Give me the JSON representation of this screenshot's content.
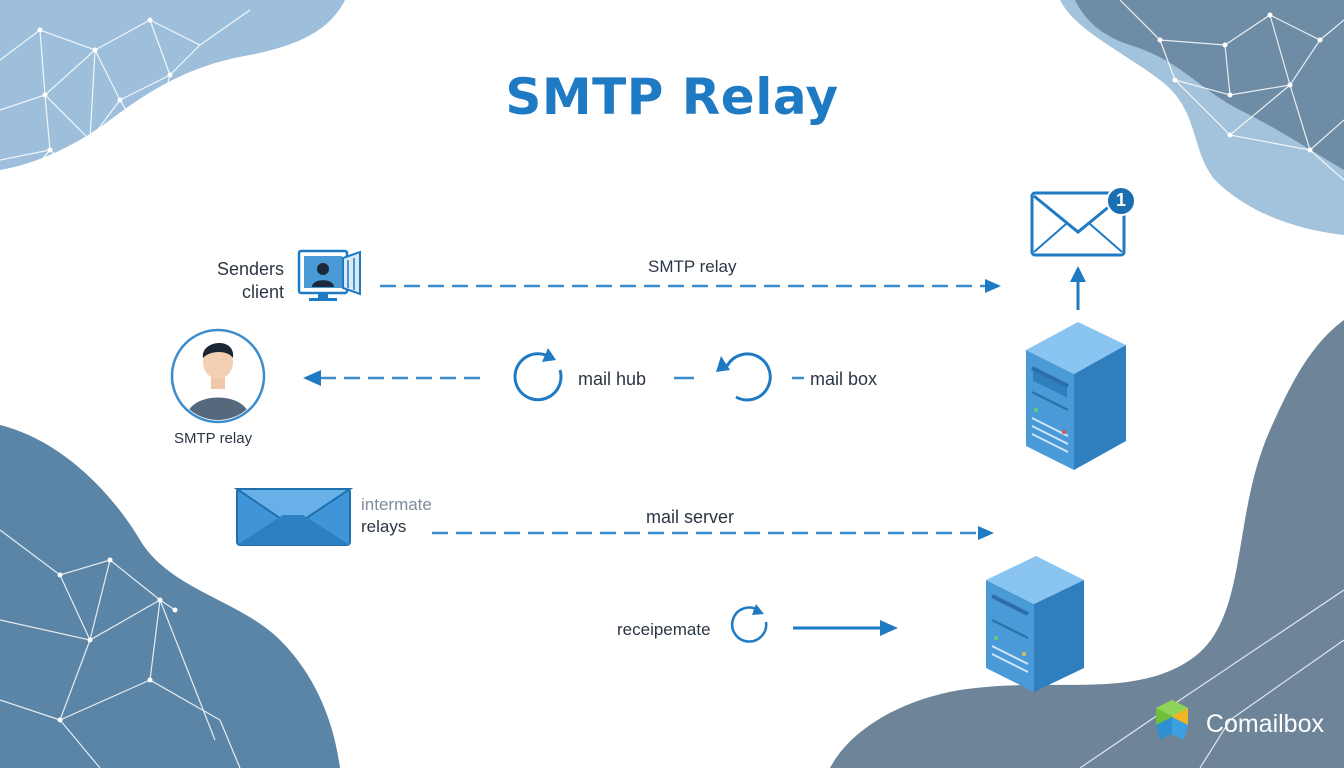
{
  "title": "SMTP Relay",
  "labels": {
    "senders_client_line1": "Senders",
    "senders_client_line2": "client",
    "smtp_relay_top": "SMTP relay",
    "smtp_relay_user": "SMTP relay",
    "mail_hub": "mail hub",
    "mail_box": "mail box",
    "intermediate_line1": "intermate",
    "intermediate_line2": "relays",
    "mail_server": "mail server",
    "recipient": "receipemate"
  },
  "badge_count": "1",
  "brand_name": "Comailbox",
  "icons": [
    "monitor-user-icon",
    "user-avatar-icon",
    "envelope-icon",
    "envelope-notification-icon",
    "refresh-icon",
    "server-icon",
    "brand-cube-icon"
  ],
  "colors": {
    "primary": "#1f7ac4",
    "dash": "#3a8ccc",
    "blob_light": "#9fc1dc",
    "blob_dark": "#5e7f9a",
    "server": "#4a9ad8"
  }
}
